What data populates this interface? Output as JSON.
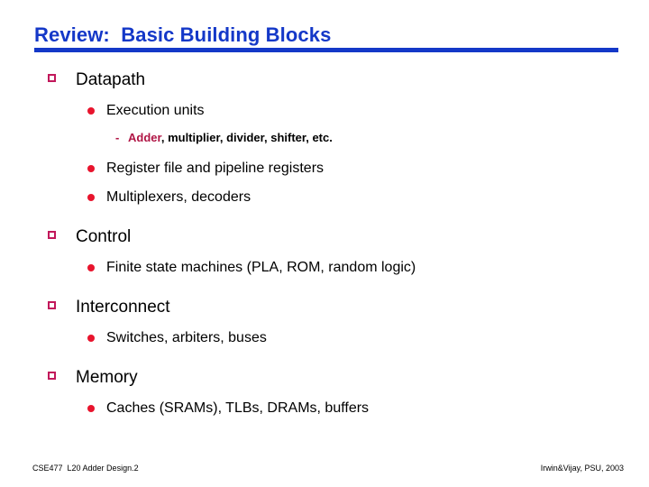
{
  "slide": {
    "title": "Review:  Basic Building Blocks",
    "title_color": "#1438c8",
    "square_bullet_color": "#c2185b",
    "dot_bullet_color": "#e8142d",
    "accent_color": "#b01545",
    "background_color": "#ffffff"
  },
  "sections": [
    {
      "heading": "Datapath",
      "subs": [
        {
          "text": "Execution units"
        },
        {
          "text": "Register file and pipeline registers"
        },
        {
          "text": "Multiplexers, decoders"
        }
      ],
      "detail": {
        "dash": "-",
        "accent_text": "Adder",
        "rest_text": ", multiplier, divider, shifter, etc."
      }
    },
    {
      "heading": "Control",
      "subs": [
        {
          "text": "Finite state machines (PLA, ROM, random logic)"
        }
      ]
    },
    {
      "heading": "Interconnect",
      "subs": [
        {
          "text": "Switches, arbiters, buses"
        }
      ]
    },
    {
      "heading": "Memory",
      "subs": [
        {
          "text": "Caches (SRAMs), TLBs, DRAMs, buffers"
        }
      ]
    }
  ],
  "footer": {
    "left": "CSE477  L20 Adder Design.2",
    "right": "Irwin&Vijay, PSU, 2003"
  }
}
